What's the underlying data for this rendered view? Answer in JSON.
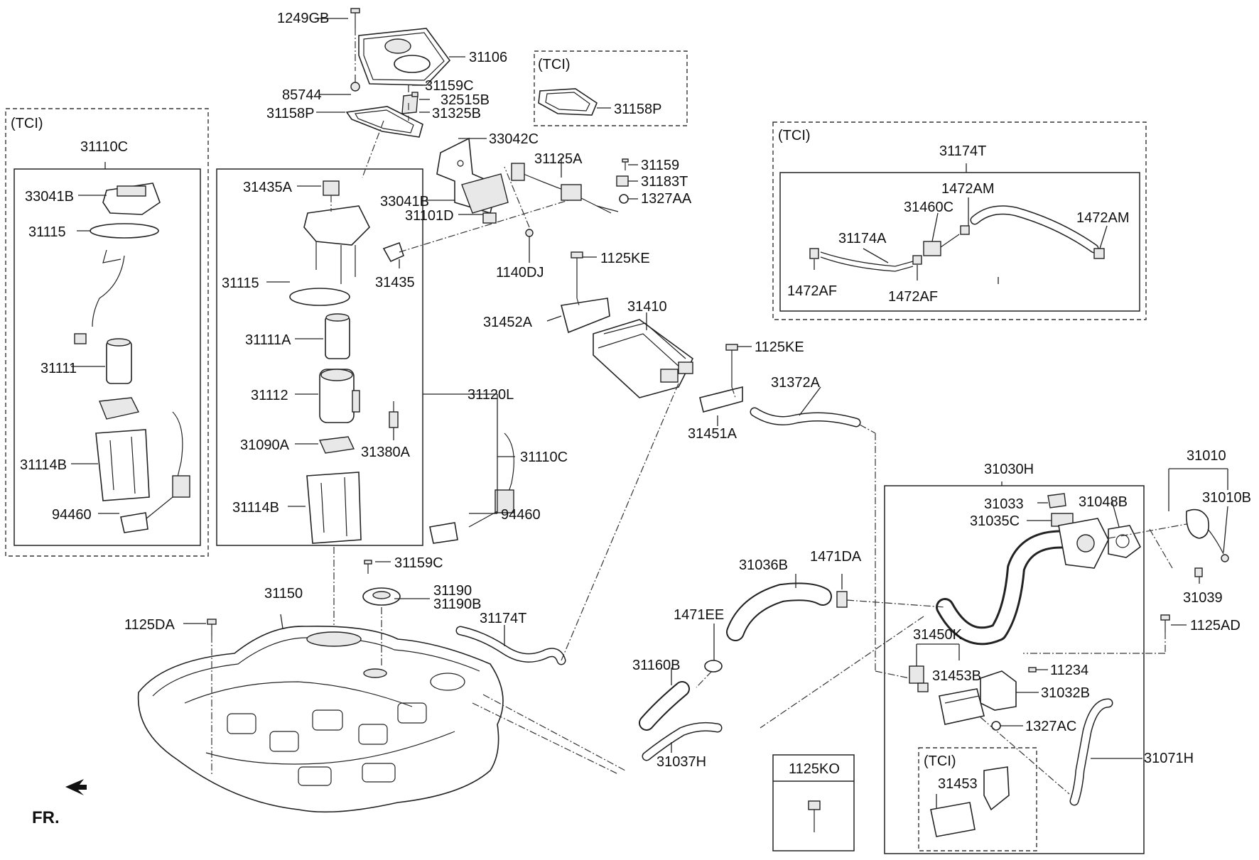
{
  "labels": {
    "l_1249GB": "1249GB",
    "l_31106": "31106",
    "l_85744": "85744",
    "l_31159C_top": "31159C",
    "l_32515B": "32515B",
    "l_31158P_main": "31158P",
    "l_31325B": "31325B",
    "l_tci_gasket": "(TCI)",
    "l_31158P_tci": "31158P",
    "l_33042C": "33042C",
    "l_31125A": "31125A",
    "l_31159": "31159",
    "l_31183T": "31183T",
    "l_1327AA": "1327AA",
    "l_33041B_main": "33041B",
    "l_31101D": "31101D",
    "l_1140DJ": "1140DJ",
    "l_1125KE_1": "1125KE",
    "l_31452A": "31452A",
    "l_31410": "31410",
    "l_1125KE_2": "1125KE",
    "l_31372A": "31372A",
    "l_31451A": "31451A",
    "l_tci_left": "(TCI)",
    "l_31110C_left": "31110C",
    "l_33041B_left": "33041B",
    "l_31115_left": "31115",
    "l_31111": "31111",
    "l_31114B_left": "31114B",
    "l_94460_left": "94460",
    "l_31435A": "31435A",
    "l_31115_mid": "31115",
    "l_31435": "31435",
    "l_31111A": "31111A",
    "l_31112": "31112",
    "l_31120L": "31120L",
    "l_31090A": "31090A",
    "l_31380A": "31380A",
    "l_31110C_mid": "31110C",
    "l_31114B_mid": "31114B",
    "l_94460_mid": "94460",
    "l_tci_right": "(TCI)",
    "l_31174T_top": "31174T",
    "l_1472AM_1": "1472AM",
    "l_31460C": "31460C",
    "l_1472AM_2": "1472AM",
    "l_31174A": "31174A",
    "l_1472AF_1": "1472AF",
    "l_1472AF_2": "1472AF",
    "l_31159C_bot": "31159C",
    "l_31190": "31190",
    "l_31190B": "31190B",
    "l_31150": "31150",
    "l_1125DA": "1125DA",
    "l_31174T_bot": "31174T",
    "l_31036B": "31036B",
    "l_1471DA": "1471DA",
    "l_1471EE": "1471EE",
    "l_31160B": "31160B",
    "l_31037H": "31037H",
    "l_31030H": "31030H",
    "l_31033": "31033",
    "l_31035C": "31035C",
    "l_31048B": "31048B",
    "l_31010": "31010",
    "l_31010B": "31010B",
    "l_31039": "31039",
    "l_1125AD": "1125AD",
    "l_31450K": "31450K",
    "l_31453B": "31453B",
    "l_11234": "11234",
    "l_31032B": "31032B",
    "l_1327AC": "1327AC",
    "l_31071H": "31071H",
    "l_tci_bottom": "(TCI)",
    "l_31453": "31453",
    "l_1125KO": "1125KO",
    "l_FR": "FR."
  }
}
